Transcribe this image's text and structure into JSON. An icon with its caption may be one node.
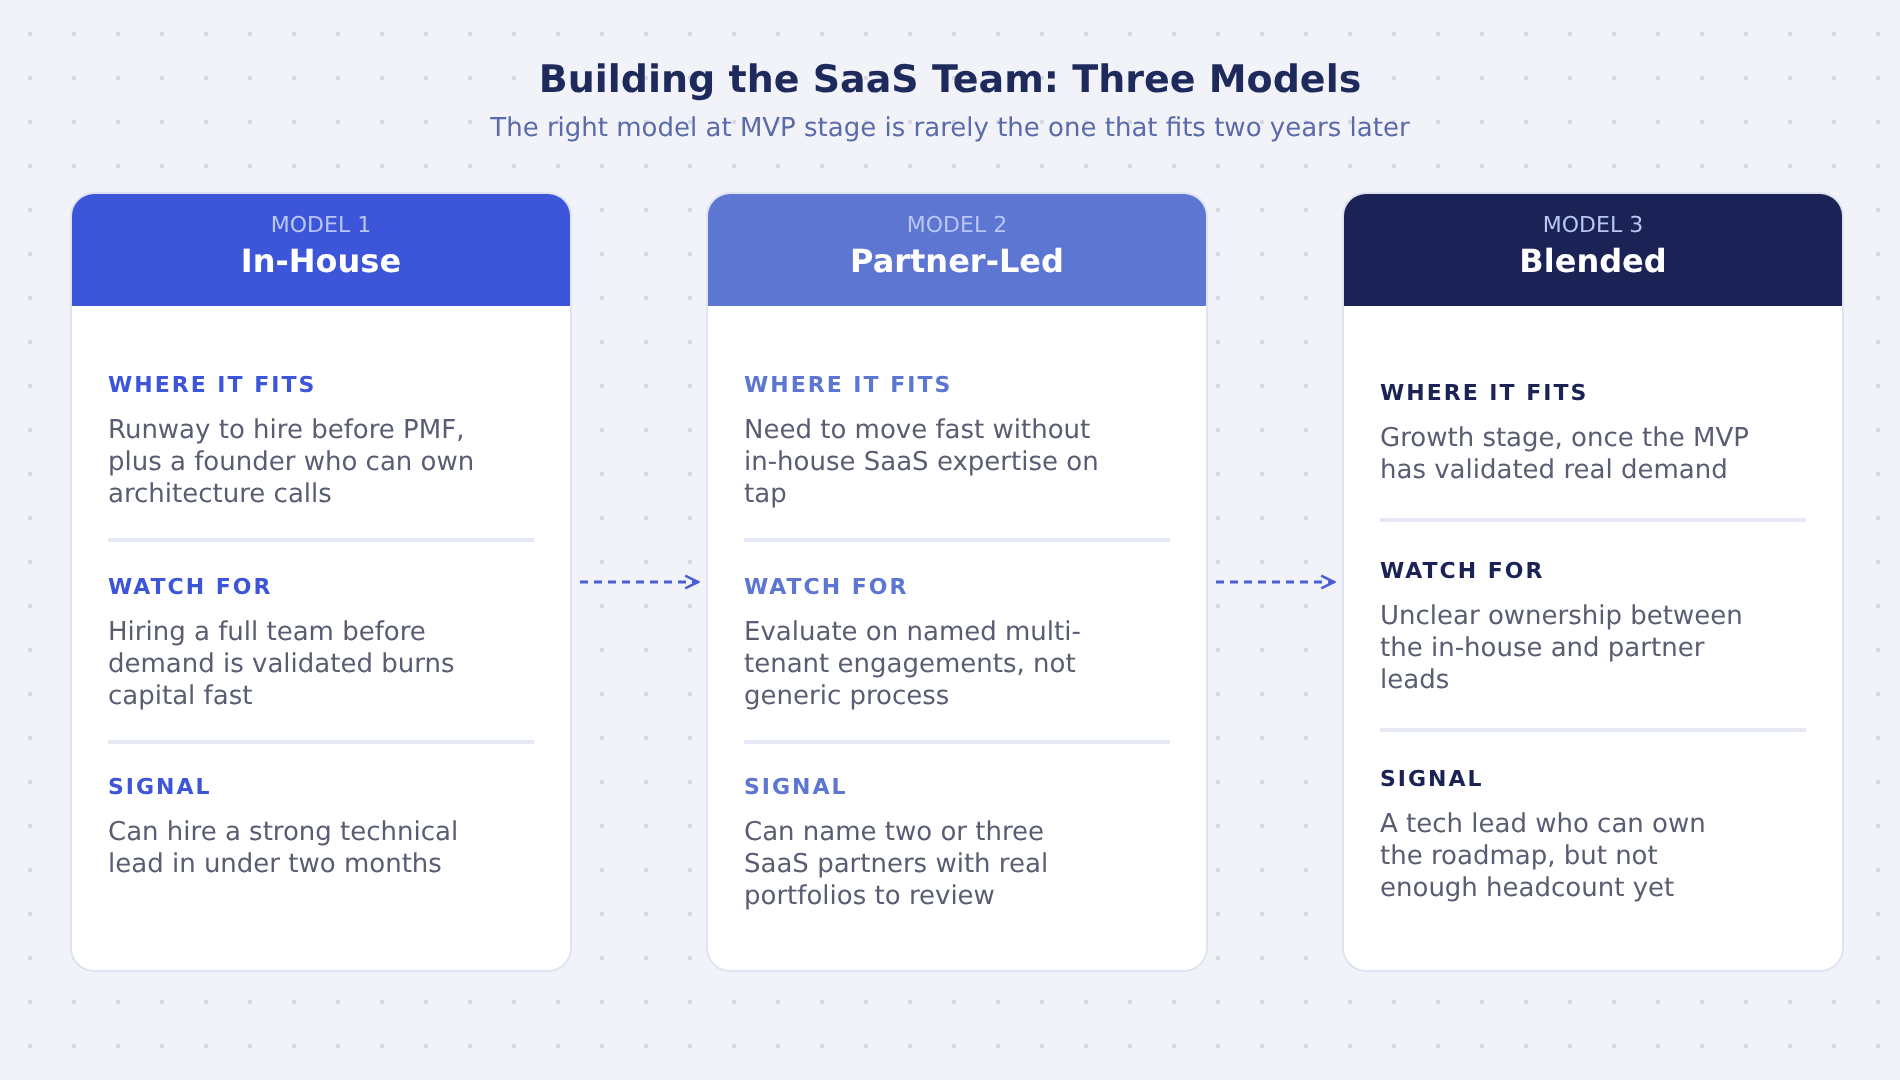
{
  "diagram": {
    "title": "Building the SaaS Team: Three Models",
    "caption": "The right model at MVP stage is rarely the one that fits two years later",
    "nodes": [
      {
        "text": [
          "MODEL 1",
          "In-House",
          "WHERE IT FITS",
          "Runway to hire before PMF, plus a founder who can own architecture calls",
          "WATCH FOR",
          "Hiring a full team before demand is validated burns capital fast",
          "SIGNAL",
          "Can hire a strong technical lead in under two months"
        ]
      },
      {
        "text": [
          "MODEL 2",
          "Partner-Led",
          "WHERE IT FITS",
          "Need to move fast without in-house SaaS expertise on tap",
          "WATCH FOR",
          "Evaluate on named multi-tenant engagements, not generic process",
          "SIGNAL",
          "Can name two or three SaaS partners with real portfolios to review"
        ]
      },
      {
        "text": [
          "MODEL 3",
          "Blended",
          "WHERE IT FITS",
          "Growth stage, once the MVP has validated real demand",
          "WATCH FOR",
          "Unclear ownership between the in-house and partner leads",
          "SIGNAL",
          "A tech lead who can own the roadmap, but not enough headcount yet"
        ]
      }
    ],
    "edges": [
      {
        "from": 0,
        "to": 1,
        "arrow": "to",
        "style": "dashed"
      },
      {
        "from": 1,
        "to": 2,
        "arrow": "to",
        "style": "dashed"
      }
    ]
  }
}
